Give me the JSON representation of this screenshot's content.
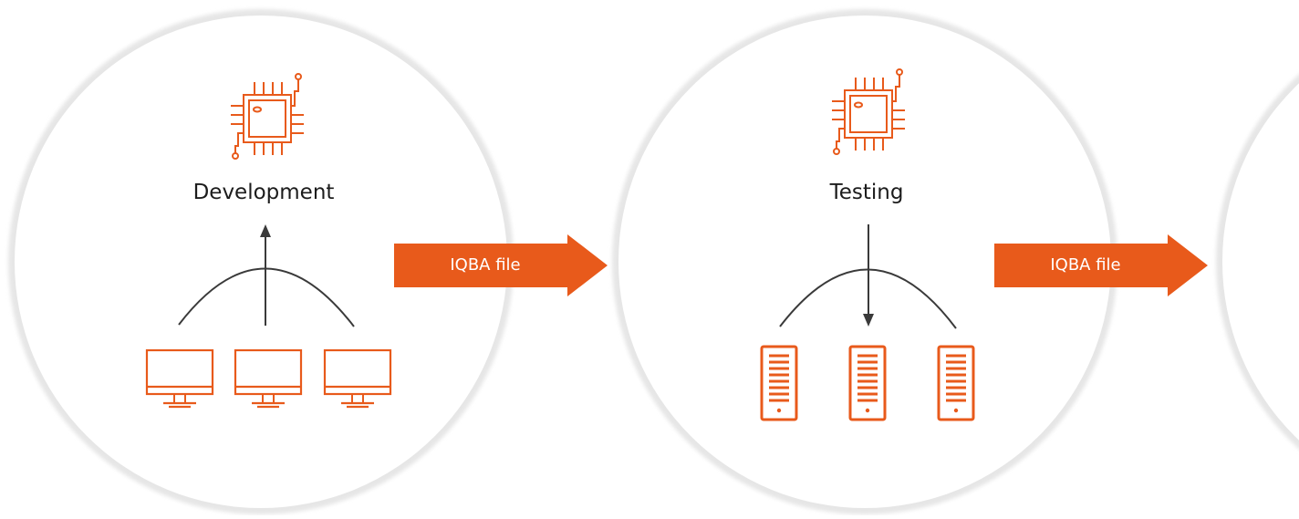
{
  "stages": [
    {
      "label": "Development",
      "top_icon": "chip-icon",
      "flow": "up",
      "devices_icon": "monitor-icon"
    },
    {
      "label": "Testing",
      "top_icon": "chip-icon",
      "flow": "down",
      "devices_icon": "server-icon"
    },
    {
      "label": "",
      "partial": true
    }
  ],
  "arrows": [
    {
      "label": "IQBA file"
    },
    {
      "label": "IQBA file"
    }
  ],
  "colors": {
    "accent": "#e85a1b",
    "circle_fill": "#ffffff",
    "circle_shadow": "#ececec",
    "line": "#3a3a3a",
    "text": "#1c1c1c"
  }
}
